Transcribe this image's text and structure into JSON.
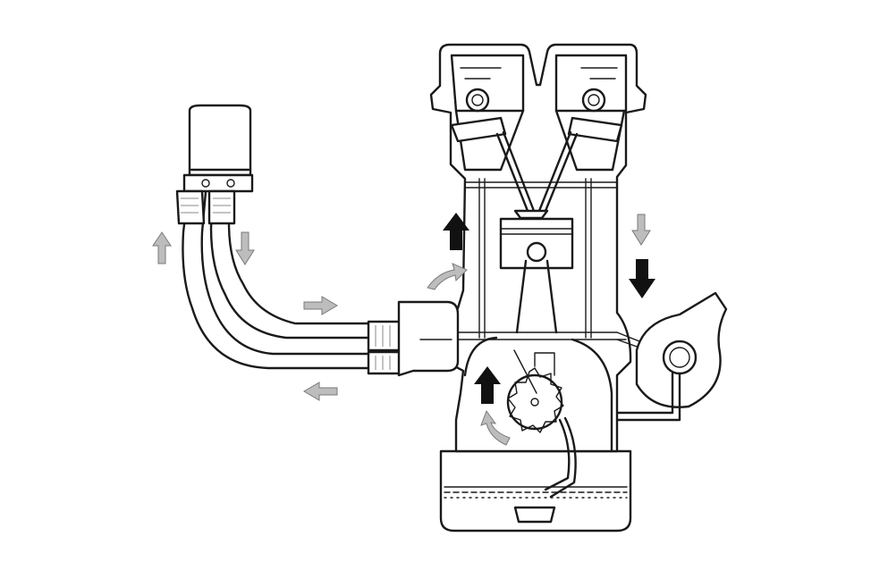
{
  "colors": {
    "background": "#ffffff",
    "ink": "#1a1a1a",
    "dark_arrow": "#111111",
    "grey_arrow": "#bdbdbd"
  },
  "diagram": {
    "components": [
      "oil-filter",
      "oil-cooler-hoses",
      "hose-fittings",
      "engine-block",
      "cylinder-head-left",
      "cylinder-head-right",
      "camshaft-left",
      "camshaft-right",
      "valves",
      "piston",
      "connecting-rod",
      "oil-pump-gear",
      "oil-pickup-tube",
      "oil-sump",
      "drain-plug",
      "turbocharger",
      "oil-gallery"
    ],
    "flow_arrows": {
      "dark": [
        "up-above-block",
        "up-at-pump",
        "down-right-side"
      ],
      "grey": [
        "up-filter-left",
        "down-filter-right",
        "right-to-block",
        "left-return",
        "curved-into-block",
        "curved-at-pump",
        "down-right-top"
      ]
    }
  }
}
